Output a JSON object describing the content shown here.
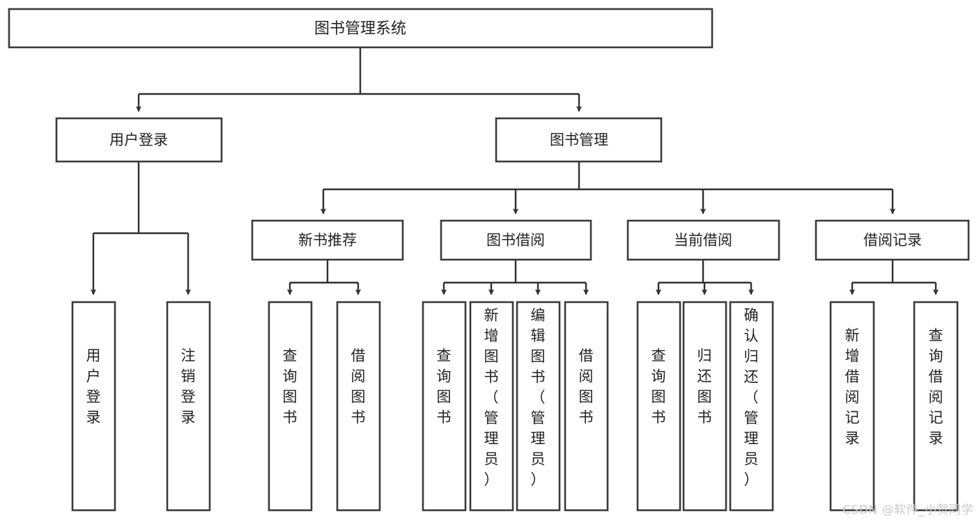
{
  "diagram": {
    "type": "tree",
    "title": "图书管理系统",
    "root": {
      "id": "root",
      "label": "图书管理系统"
    },
    "level2": [
      {
        "id": "user-login",
        "label": "用户登录"
      },
      {
        "id": "book-manage",
        "label": "图书管理"
      }
    ],
    "level3": [
      {
        "id": "new-book-rec",
        "label": "新书推荐",
        "parent": "book-manage"
      },
      {
        "id": "book-borrow",
        "label": "图书借阅",
        "parent": "book-manage"
      },
      {
        "id": "current-borrow",
        "label": "当前借阅",
        "parent": "book-manage"
      },
      {
        "id": "borrow-record",
        "label": "借阅记录",
        "parent": "book-manage"
      }
    ],
    "leaves": [
      {
        "id": "leaf-user-login",
        "label": "用户登录",
        "parent": "user-login"
      },
      {
        "id": "leaf-logout-login",
        "label": "注销登录",
        "parent": "user-login"
      },
      {
        "id": "leaf-query-book-1",
        "label": "查询图书",
        "parent": "new-book-rec"
      },
      {
        "id": "leaf-borrow-book-1",
        "label": "借阅图书",
        "parent": "new-book-rec"
      },
      {
        "id": "leaf-query-book-2",
        "label": "查询图书",
        "parent": "book-borrow"
      },
      {
        "id": "leaf-add-book",
        "label": "新增图书（管理员）",
        "parent": "book-borrow"
      },
      {
        "id": "leaf-edit-book",
        "label": "编辑图书（管理员）",
        "parent": "book-borrow"
      },
      {
        "id": "leaf-borrow-book-2",
        "label": "借阅图书",
        "parent": "book-borrow"
      },
      {
        "id": "leaf-query-book-3",
        "label": "查询图书",
        "parent": "current-borrow"
      },
      {
        "id": "leaf-return-book",
        "label": "归还图书",
        "parent": "current-borrow"
      },
      {
        "id": "leaf-confirm-return",
        "label": "确认归还（管理员）",
        "parent": "current-borrow"
      },
      {
        "id": "leaf-add-record",
        "label": "新增借阅记录",
        "parent": "borrow-record"
      },
      {
        "id": "leaf-query-record",
        "label": "查询借阅记录",
        "parent": "borrow-record"
      }
    ],
    "colors": {
      "box_stroke": "#3a3a3a",
      "box_fill": "#ffffff",
      "connector": "#2f2f2f",
      "text": "#222222",
      "background": "#ffffff",
      "watermark": "#c9c9c9"
    }
  },
  "watermark": {
    "text": "CSDN @软件_小贺同学"
  }
}
